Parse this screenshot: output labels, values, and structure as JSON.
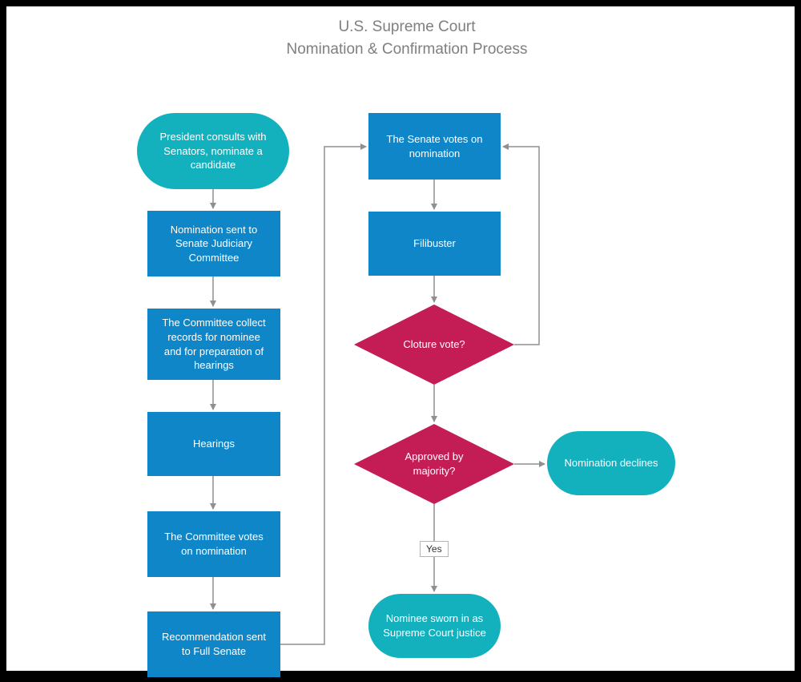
{
  "title": {
    "line1": "U.S. Supreme Court",
    "line2": "Nomination &amp; Confirmation Process",
    "line2_plain": "Nomination & Confirmation Process"
  },
  "colors": {
    "process_fill": "#0e86c8",
    "terminal_fill": "#13b0bd",
    "decision_fill": "#c41d56",
    "connector": "#8f8f8f",
    "title_text": "#7f7f7f",
    "node_text": "#ffffff",
    "canvas_bg": "#ffffff",
    "frame_bg": "#000000"
  },
  "nodes": {
    "start": {
      "label": "President consults with Senators, nominate a candidate",
      "type": "terminal"
    },
    "judiciary": {
      "label": "Nomination sent to Senate Judiciary Committee",
      "type": "process"
    },
    "records": {
      "label": "The Committee collect records for nominee and for preparation of hearings",
      "type": "process"
    },
    "hearings": {
      "label": "Hearings",
      "type": "process"
    },
    "committee_vote": {
      "label": "The Committee votes on nomination",
      "type": "process"
    },
    "recommendation": {
      "label": "Recommendation sent to Full Senate",
      "type": "process"
    },
    "senate_vote": {
      "label": "The Senate votes on nomination",
      "type": "process"
    },
    "filibuster": {
      "label": "Filibuster",
      "type": "process"
    },
    "cloture": {
      "label": "Cloture vote?",
      "type": "decision"
    },
    "approved": {
      "label": "Approved by majority?",
      "type": "decision"
    },
    "declines": {
      "label": "Nomination declines",
      "type": "terminal"
    },
    "sworn_in": {
      "label": "Nominee sworn in as Supreme Court justice",
      "type": "terminal"
    }
  },
  "edge_labels": {
    "yes": "Yes"
  }
}
